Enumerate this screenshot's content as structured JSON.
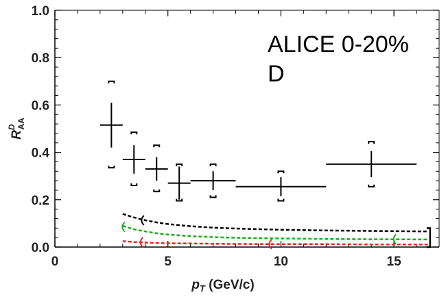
{
  "chart_data": {
    "type": "scatter",
    "xlim": [
      0,
      17
    ],
    "ylim": [
      0,
      1.0
    ],
    "x_ticks": [
      0,
      5,
      10,
      15
    ],
    "x_tick_labels": [
      "0",
      "5",
      "10",
      "15"
    ],
    "y_ticks": [
      0,
      0.2,
      0.4,
      0.6,
      0.8,
      1.0
    ],
    "y_tick_labels": [
      "0.0",
      "0.2",
      "0.4",
      "0.6",
      "0.8",
      "1.0"
    ],
    "xlabel": {
      "main": "p",
      "sub": "T",
      "rest": " (GeV/c)"
    },
    "ylabel": {
      "main": "R",
      "sup": "D",
      "sub": "AA"
    },
    "annotations": [
      "ALICE 0-20%",
      "D"
    ],
    "grid": false,
    "series": [
      {
        "kind": "data",
        "color": "#000000",
        "points": [
          {
            "x": 2.5,
            "y": 0.515,
            "xerr": [
              0.5,
              0.5
            ],
            "yerr": [
              0.095,
              0.095
            ],
            "sys": [
              0.335,
              0.7
            ]
          },
          {
            "x": 3.5,
            "y": 0.37,
            "xerr": [
              0.5,
              0.5
            ],
            "yerr": [
              0.06,
              0.06
            ],
            "sys": [
              0.26,
              0.485
            ]
          },
          {
            "x": 4.5,
            "y": 0.33,
            "xerr": [
              0.5,
              0.5
            ],
            "yerr": [
              0.05,
              0.05
            ],
            "sys": [
              0.235,
              0.43
            ]
          },
          {
            "x": 5.5,
            "y": 0.27,
            "xerr": [
              0.5,
              0.5
            ],
            "yerr": [
              0.07,
              0.07
            ],
            "sys": [
              0.195,
              0.35
            ]
          },
          {
            "x": 7.0,
            "y": 0.28,
            "xerr": [
              1.0,
              1.0
            ],
            "yerr": [
              0.04,
              0.04
            ],
            "sys": [
              0.21,
              0.35
            ]
          },
          {
            "x": 10.0,
            "y": 0.255,
            "xerr": [
              2.0,
              2.0
            ],
            "yerr": [
              0.04,
              0.04
            ],
            "sys": [
              0.195,
              0.32
            ]
          },
          {
            "x": 14.0,
            "y": 0.35,
            "xerr": [
              2.0,
              2.0
            ],
            "yerr": [
              0.055,
              0.055
            ],
            "sys": [
              0.255,
              0.445
            ]
          }
        ]
      },
      {
        "kind": "curve",
        "color": "#000000",
        "x": [
          3.0,
          3.5,
          4.0,
          4.5,
          5.0,
          6.0,
          7.0,
          8.0,
          10.0,
          12.0,
          14.0,
          16.5
        ],
        "y": [
          0.14,
          0.125,
          0.113,
          0.104,
          0.097,
          0.088,
          0.082,
          0.078,
          0.073,
          0.07,
          0.068,
          0.066
        ]
      },
      {
        "kind": "curve",
        "color": "#22aa22",
        "x": [
          3.0,
          3.5,
          4.0,
          4.5,
          5.0,
          6.0,
          7.0,
          8.0,
          10.0,
          12.0,
          14.0,
          16.5
        ],
        "y": [
          0.09,
          0.075,
          0.066,
          0.058,
          0.053,
          0.046,
          0.042,
          0.039,
          0.036,
          0.034,
          0.033,
          0.032
        ]
      },
      {
        "kind": "curve",
        "color": "#ee2222",
        "x": [
          3.0,
          3.5,
          4.0,
          4.5,
          5.0,
          6.0,
          7.0,
          8.0,
          10.0,
          12.0,
          14.0,
          16.5
        ],
        "y": [
          0.025,
          0.021,
          0.019,
          0.017,
          0.016,
          0.015,
          0.014,
          0.013,
          0.012,
          0.012,
          0.011,
          0.011
        ]
      }
    ],
    "curve_markers": [
      {
        "x": 3.85,
        "y": 0.113,
        "color": "#000000"
      },
      {
        "x": 3.0,
        "y": 0.085,
        "color": "#22aa22"
      },
      {
        "x": 15.0,
        "y": 0.033,
        "color": "#22aa22"
      },
      {
        "x": 3.8,
        "y": 0.02,
        "color": "#ee2222"
      },
      {
        "x": 9.5,
        "y": 0.012,
        "color": "#ee2222"
      }
    ],
    "end_bracket": {
      "x": 16.6,
      "y_low": 0.0,
      "y_high": 0.08,
      "color": "#000000"
    }
  }
}
